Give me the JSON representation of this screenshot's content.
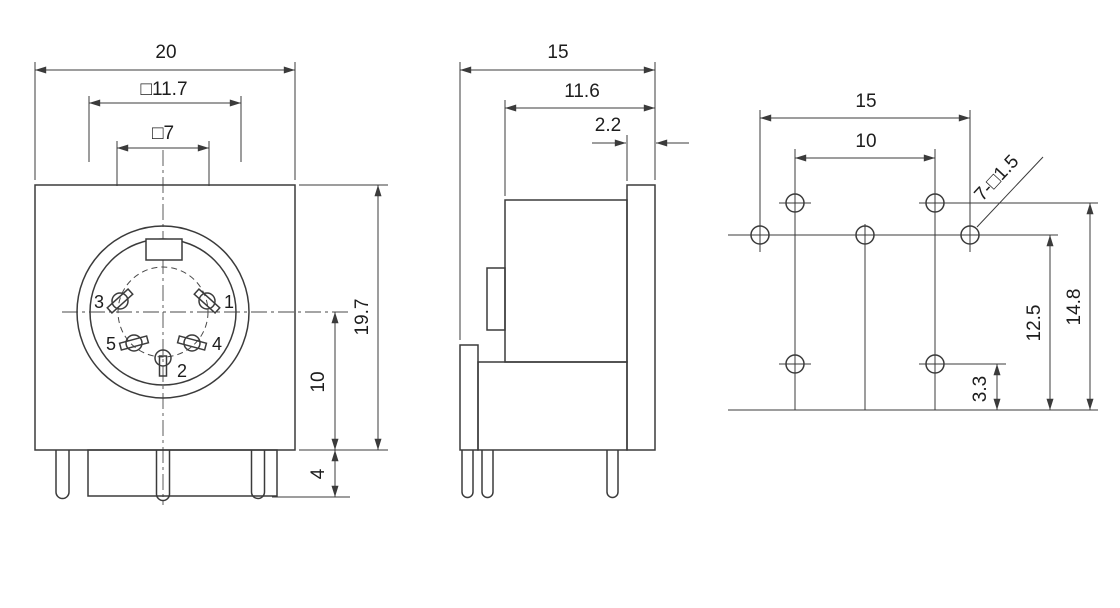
{
  "front": {
    "dim_width": "20",
    "dim_shield_window": "□11.7",
    "dim_key_window": "□7",
    "dim_height": "19.7",
    "dim_center_to_bottom": "10",
    "dim_standoff": "4",
    "pin1": "1",
    "pin2": "2",
    "pin3": "3",
    "pin4": "4",
    "pin5": "5"
  },
  "side": {
    "dim_depth": "15",
    "dim_body_depth": "11.6",
    "dim_flange": "2.2"
  },
  "footprint": {
    "dim_outer_pitch": "15",
    "dim_inner_pitch": "10",
    "dim_row_spacing": "12.5",
    "dim_overall": "14.8",
    "dim_bottom_offset": "3.3",
    "hole_callout": "7-□1.5"
  },
  "style": {
    "line_color": "#3b3b3b",
    "background": "#ffffff"
  }
}
